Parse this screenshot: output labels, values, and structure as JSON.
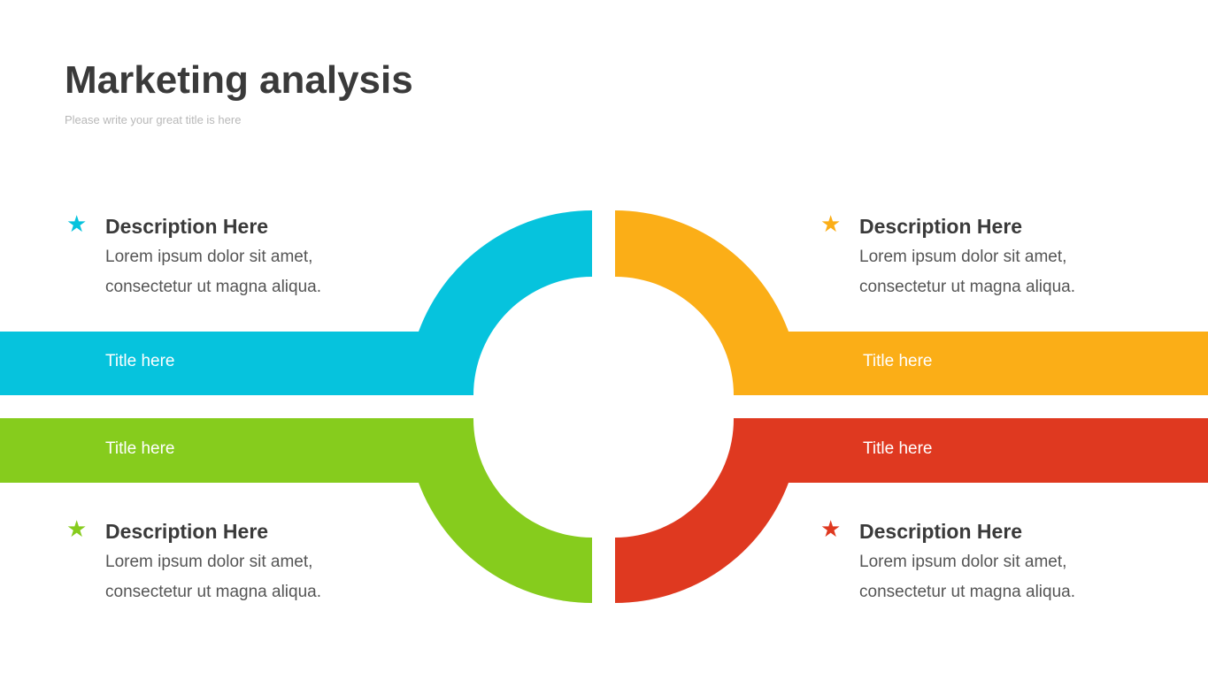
{
  "header": {
    "title": "Marketing analysis",
    "subtitle": "Please write your great title is here"
  },
  "colors": {
    "blue": "#06c3dd",
    "orange": "#fbae17",
    "green": "#86cc1d",
    "red": "#df3920"
  },
  "items": [
    {
      "icon": "star-icon",
      "heading": "Description Here",
      "line1": "Lorem ipsum dolor sit amet,",
      "line2": "consectetur ut magna aliqua.",
      "bar_label": "Title here"
    },
    {
      "icon": "star-icon",
      "heading": "Description Here",
      "line1": "Lorem ipsum dolor sit amet,",
      "line2": "consectetur ut magna aliqua.",
      "bar_label": "Title here"
    },
    {
      "icon": "star-icon",
      "heading": "Description Here",
      "line1": "Lorem ipsum dolor sit amet,",
      "line2": "consectetur ut magna aliqua.",
      "bar_label": "Title here"
    },
    {
      "icon": "star-icon",
      "heading": "Description Here",
      "line1": "Lorem ipsum dolor sit amet,",
      "line2": "consectetur ut magna aliqua.",
      "bar_label": "Title here"
    }
  ]
}
